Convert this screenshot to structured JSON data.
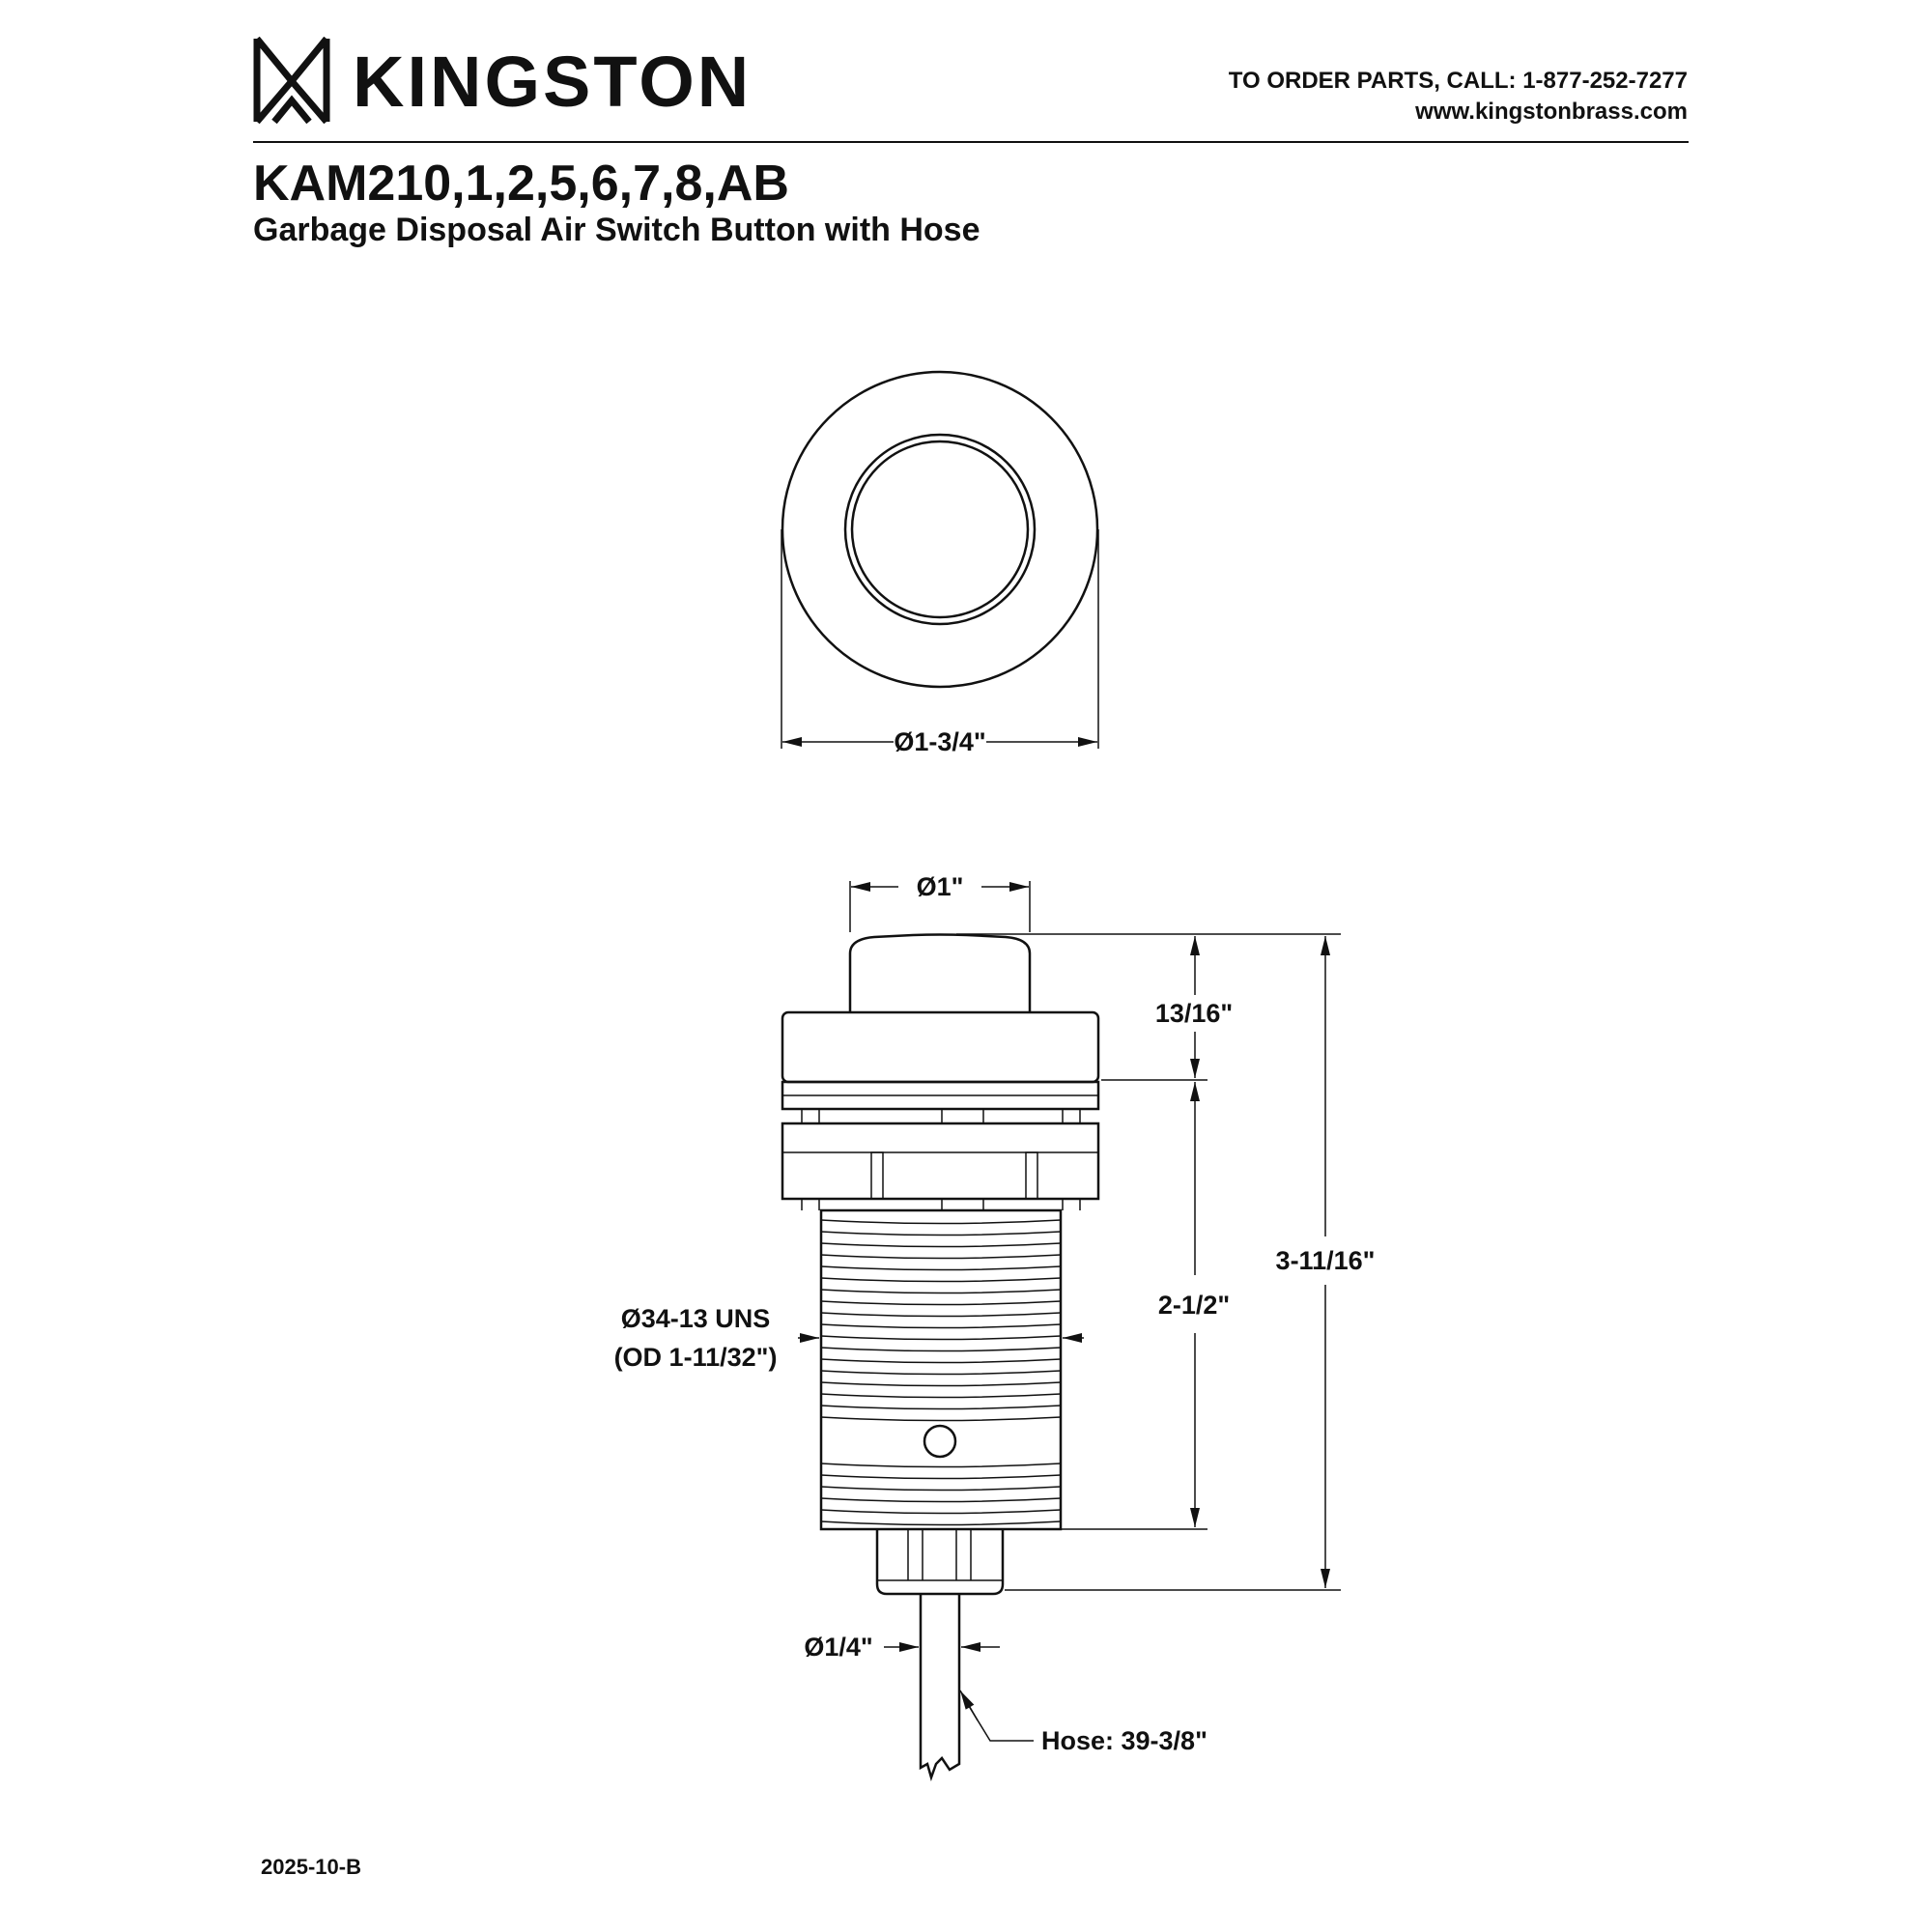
{
  "header": {
    "brand": "KINGSTON",
    "order_line": "TO ORDER PARTS, CALL: 1-877-252-7277",
    "website": "www.kingstonbrass.com"
  },
  "product": {
    "model": "KAM210,1,2,5,6,7,8,AB",
    "description": "Garbage Disposal Air Switch Button with Hose"
  },
  "dimensions": {
    "flange_diameter": "Ø1-3/4\"",
    "button_diameter": "Ø1\"",
    "button_height": "13/16\"",
    "body_length": "2-1/2\"",
    "overall_height": "3-11/16\"",
    "thread_spec": "Ø34-13 UNS",
    "thread_od": "(OD 1-11/32\")",
    "hose_diameter": "Ø1/4\"",
    "hose_length": "Hose: 39-3/8\""
  },
  "footer": {
    "revision": "2025-10-B"
  }
}
